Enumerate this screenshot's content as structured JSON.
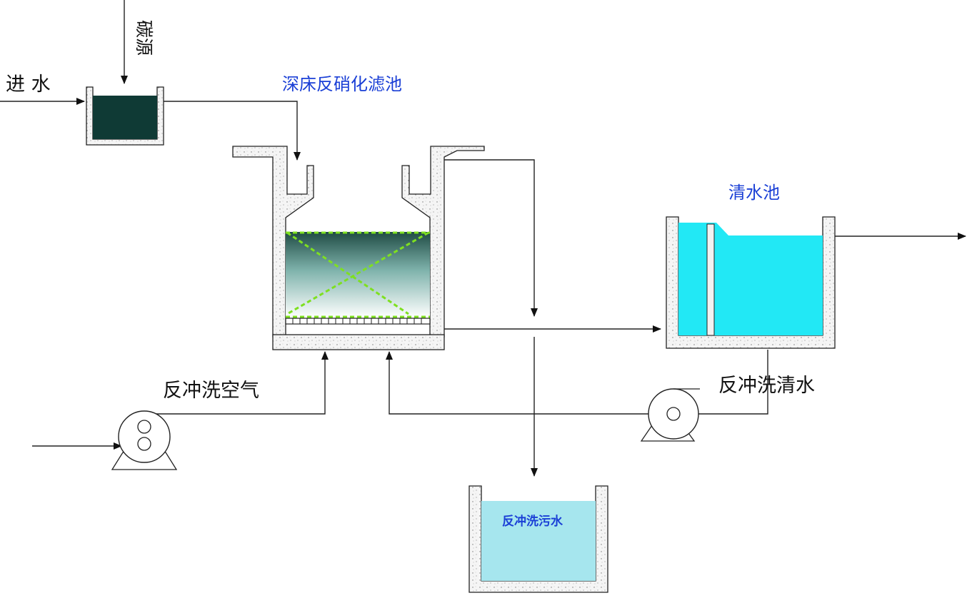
{
  "labels": {
    "inlet_water": "进 水",
    "carbon_source": "碳源",
    "filter_title": "深床反硝化滤池",
    "clear_tank_title": "清水池",
    "backwash_air": "反冲洗空气",
    "backwash_clear_water": "反冲洗清水",
    "backwash_wastewater": "反冲洗污水"
  },
  "colors": {
    "concrete": "#f4f4f4",
    "dark_dosing_liquid": "#0f3a35",
    "clear_water": "#22e8f5",
    "waste_water": "#a6e6ee",
    "media_dash": "#7ee020",
    "label_blue": "#1a3fd6"
  },
  "icons": {
    "air_blower": "blower-icon",
    "water_pump": "pump-icon"
  }
}
